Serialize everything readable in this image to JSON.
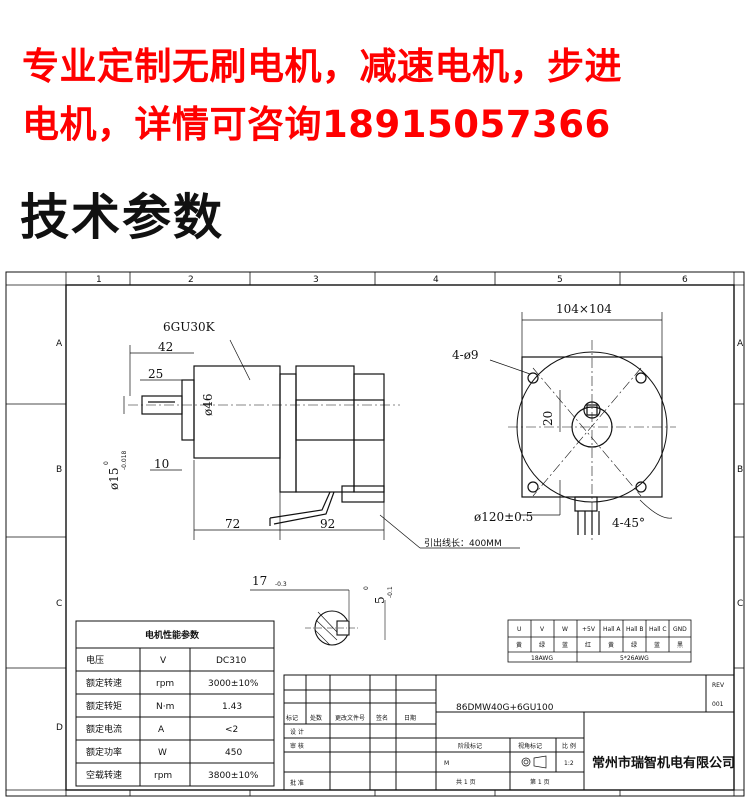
{
  "banner": {
    "line1": "专业定制无刷电机，减速电机，步进",
    "line2": "电机，详情可咨询18915057366"
  },
  "heading": "技术参数",
  "frame": {
    "cols": [
      "1",
      "2",
      "3",
      "4",
      "5",
      "6"
    ],
    "rows": [
      "A",
      "B",
      "C",
      "D"
    ]
  },
  "dims": {
    "gearbox_model": "6GU30K",
    "d42": "42",
    "d25": "25",
    "d46": "ø46",
    "d15": "ø15",
    "d15_tol_top": "0",
    "d15_tol_bot": "-0.018",
    "d10": "10",
    "d72": "72",
    "d92": "92",
    "lead": "引出线长：400MM",
    "d17": "17",
    "d17_tol": "-0.3",
    "d5": "5",
    "d5_tol_top": "0",
    "d5_tol_bot": "-0.1",
    "d104": "104×104",
    "holes": "4-ø9",
    "d20": "20",
    "d120": "ø120±0.5",
    "angle": "4-45°"
  },
  "wires": {
    "headers": [
      "U",
      "V",
      "W",
      "+5V",
      "Hall A",
      "Hall B",
      "Hall C",
      "GND"
    ],
    "colors": [
      "黄",
      "绿",
      "蓝",
      "红",
      "黄",
      "绿",
      "蓝",
      "黑"
    ],
    "gauge_power": "18AWG",
    "gauge_signal": "5*26AWG"
  },
  "params": {
    "title": "电机性能参数",
    "rows": [
      {
        "name": "电压",
        "unit": "V",
        "value": "DC310"
      },
      {
        "name": "额定转速",
        "unit": "rpm",
        "value": "3000±10%"
      },
      {
        "name": "额定转矩",
        "unit": "N·m",
        "value": "1.43"
      },
      {
        "name": "额定电流",
        "unit": "A",
        "value": "<2"
      },
      {
        "name": "额定功率",
        "unit": "W",
        "value": "450"
      },
      {
        "name": "空载转速",
        "unit": "rpm",
        "value": "3800±10%"
      }
    ]
  },
  "titleblock": {
    "model": "86DMW40G+6GU100",
    "rev_label": "REV",
    "rev_value": "001",
    "mark": "标记",
    "count": "处数",
    "change_doc": "更改文件号",
    "sign": "签名",
    "date": "日期",
    "design": "设 计",
    "review": "审 核",
    "approve": "批 准",
    "stage": "阶段标记",
    "weight": "视角标记",
    "scale_label": "比 例",
    "scale": "1:2",
    "stage_value": "M",
    "total": "共 1 页",
    "page": "第 1 页",
    "company": "常州市瑞智机电有限公司"
  }
}
